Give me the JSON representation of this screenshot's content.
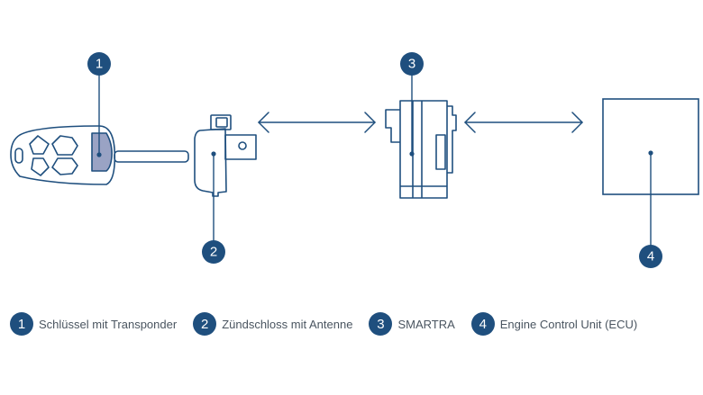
{
  "colors": {
    "accent": "#1f4f7e",
    "line": "#1f4f7e",
    "transponder_fill": "#9aa3c4",
    "label_text": "#4a5560"
  },
  "markers": [
    {
      "number": "1",
      "component": "key"
    },
    {
      "number": "2",
      "component": "ignition-lock"
    },
    {
      "number": "3",
      "component": "smartra"
    },
    {
      "number": "4",
      "component": "ecu"
    }
  ],
  "legend": [
    {
      "number": "1",
      "label": "Schlüssel mit Transponder"
    },
    {
      "number": "2",
      "label": "Zündschloss mit Antenne"
    },
    {
      "number": "3",
      "label": "SMARTRA"
    },
    {
      "number": "4",
      "label": "Engine Control Unit (ECU)"
    }
  ]
}
